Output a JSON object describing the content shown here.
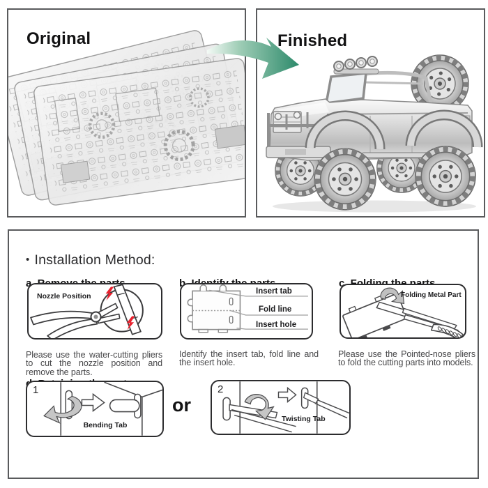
{
  "top": {
    "original": {
      "title": "Original"
    },
    "finished": {
      "title": "Finished"
    }
  },
  "installation": {
    "bullet": "•",
    "title": "Installation Method:",
    "step_a": {
      "heading": "a. Remove the parts",
      "diagram_label": "Nozzle Position",
      "caption": "Please use the water-cutting pliers to cut the nozzle position and remove the parts."
    },
    "step_b": {
      "heading": "b. Identify the parts",
      "labels": [
        "Insert tab",
        "Fold line",
        "Insert hole"
      ],
      "caption": "Identify the insert tab, fold line and the insert hole."
    },
    "step_c": {
      "heading": "c. Folding the parts",
      "diagram_label": "Folding Metal Part",
      "caption": "Please use the Pointed-nose pliers to fold the cutting parts into models."
    },
    "step_d": {
      "heading": "d. Retaining the parts",
      "option1": {
        "number": "1",
        "label": "Bending Tab"
      },
      "separator": "or",
      "option2": {
        "number": "2",
        "label": "Twisting Tab"
      }
    }
  },
  "icons": {
    "transform_arrow": "green-curved-arrow",
    "cut_spark": "red-lightning-bolt",
    "fold_arrow": "gray-curved-arrow",
    "bend_arrow": "gray-curved-arrow",
    "twist_arrow": "gray-curved-arrow",
    "step_arrow": "white-outline-right-arrow"
  },
  "colors": {
    "panel_border": "#595a5c",
    "diagram_border": "#2c2c2e",
    "accent_green": "#2d8a6b",
    "bolt_red": "#e8212e",
    "arrow_gray": "#c6c6c6",
    "text_primary": "#121213",
    "text_secondary": "#48484a"
  }
}
